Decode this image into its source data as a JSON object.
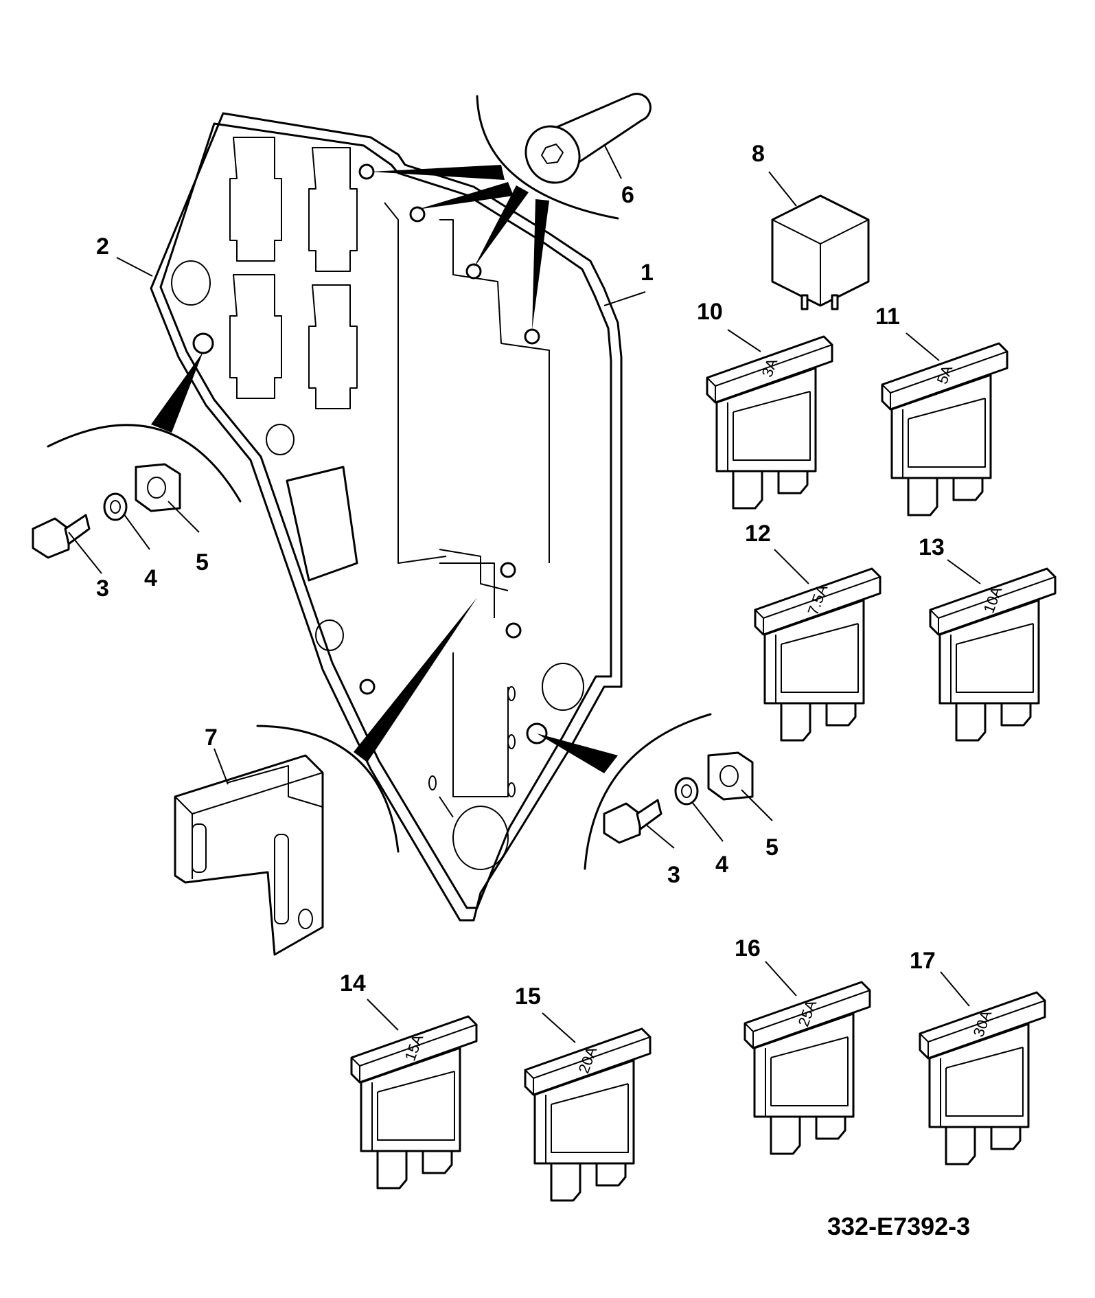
{
  "drawing_number": "332-E7392-3",
  "callouts": {
    "c1": "1",
    "c2": "2",
    "c3a": "3",
    "c4a": "4",
    "c5a": "5",
    "c6": "6",
    "c7": "7",
    "c8": "8",
    "c3b": "3",
    "c4b": "4",
    "c5b": "5",
    "c10": "10",
    "c11": "11",
    "c12": "12",
    "c13": "13",
    "c14": "14",
    "c15": "15",
    "c16": "16",
    "c17": "17"
  },
  "fuses": {
    "f10": "3A",
    "f11": "5A",
    "f12": "7.5A",
    "f13": "10A",
    "f14": "15A",
    "f15": "20A",
    "f16": "25A",
    "f17": "30A"
  }
}
